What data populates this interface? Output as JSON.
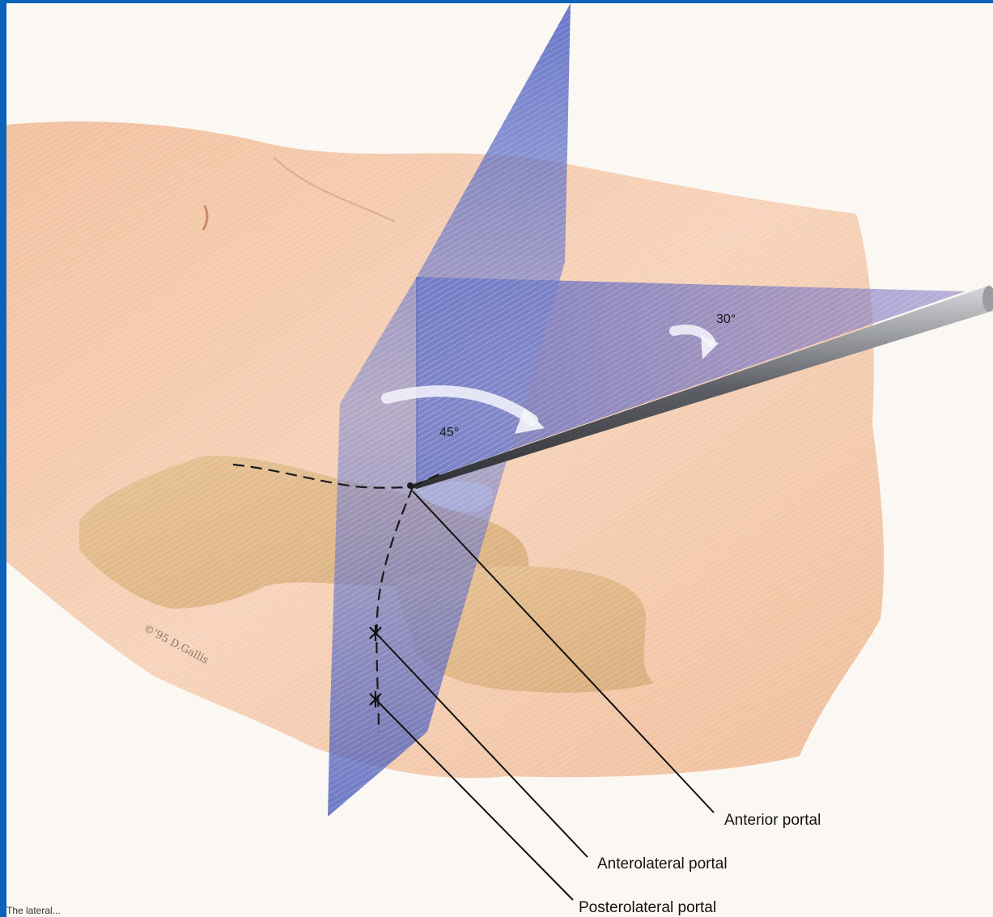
{
  "figure": {
    "labels": {
      "anterior_portal": "Anterior portal",
      "anterolateral_portal": "Anterolateral portal",
      "posterolateral_portal": "Posterolateral portal",
      "angle_30": "30°",
      "angle_45": "45°"
    },
    "signature": "©'95 D.Gallis",
    "caption_fragment": "The lateral..."
  },
  "colors": {
    "frame_border": "#0a63b8",
    "skin": "#f4c9a8",
    "bone": "#e9c79a",
    "plane": "#5a6fc4",
    "instrument": "#777a80"
  }
}
